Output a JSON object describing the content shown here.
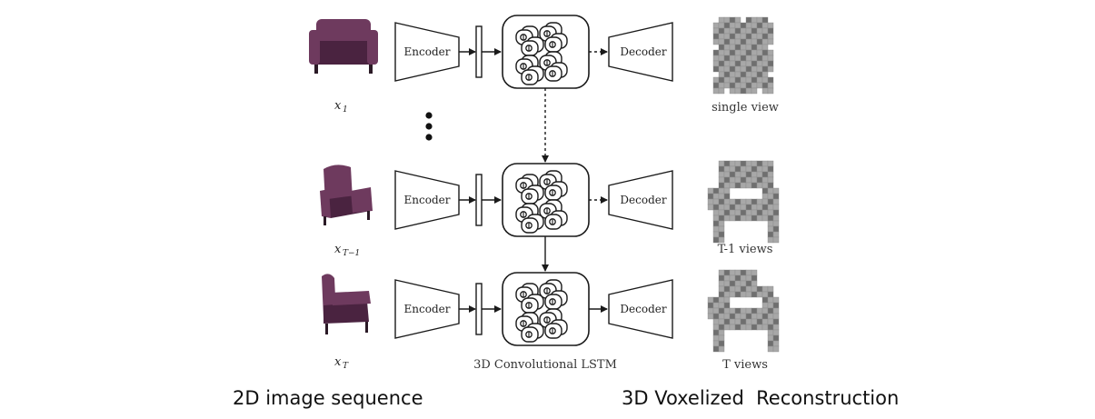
{
  "rows": [
    {
      "input_symbol": "x",
      "input_subscript": "1",
      "encoder_label": "Encoder",
      "decoder_label": "Decoder",
      "output_caption": "single view"
    },
    {
      "input_symbol": "x",
      "input_subscript": "T−1",
      "encoder_label": "Encoder",
      "decoder_label": "Decoder",
      "output_caption": "T-1 views"
    },
    {
      "input_symbol": "x",
      "input_subscript": "T",
      "encoder_label": "Encoder",
      "decoder_label": "Decoder",
      "output_caption": "T views"
    }
  ],
  "lstm_caption": "3D Convolutional LSTM",
  "left_footer": "2D image sequence",
  "right_footer": "3D Voxelized  Reconstruction",
  "colors": {
    "chair": "#6e3a5e",
    "chair_dark": "#4a2340",
    "voxel": "#a8a8a8",
    "voxel_dark": "#6f6f6f",
    "stroke": "#1a1a1a"
  }
}
